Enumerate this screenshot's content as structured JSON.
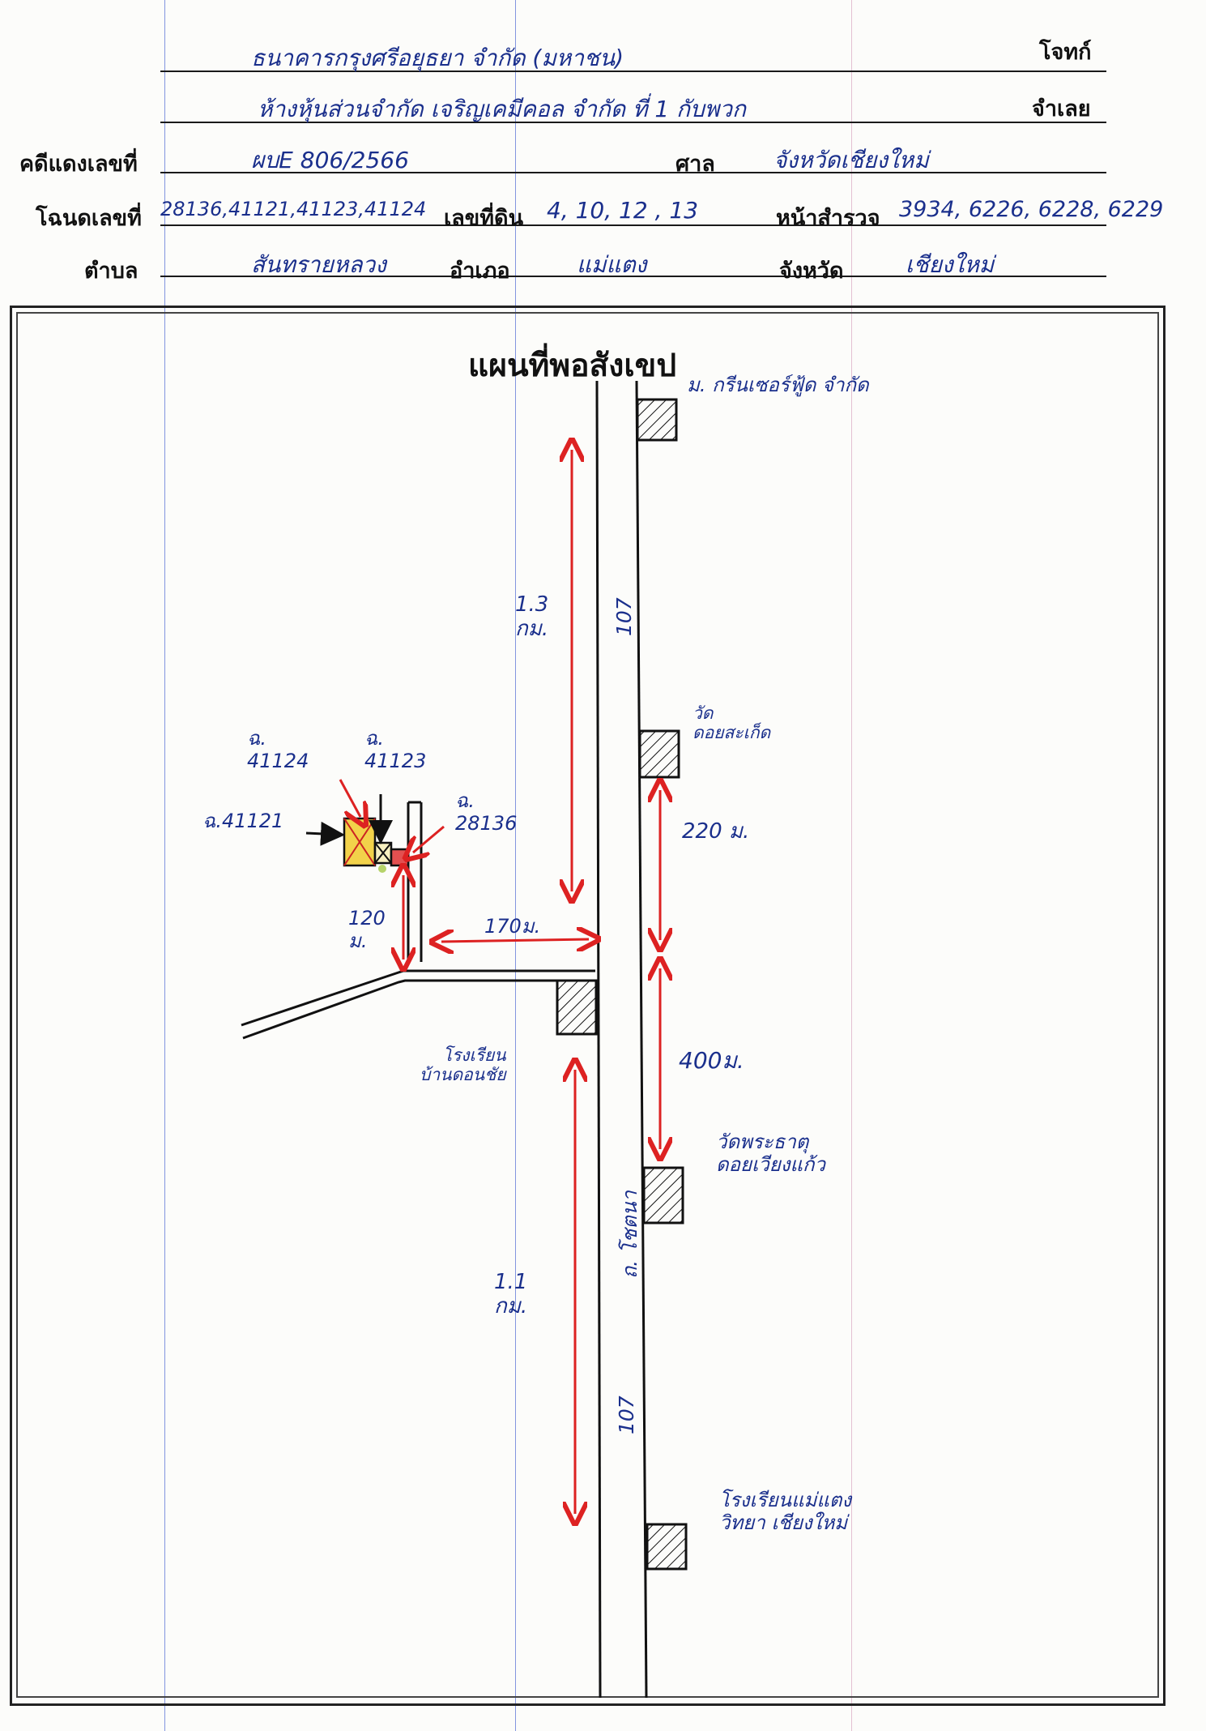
{
  "header": {
    "plaintiff_label": "โจทก์",
    "defendant_label": "จำเลย",
    "case_no_label": "คดีแดงเลขที่",
    "court_label": "ศาล",
    "deed_no_label": "โฉนดเลขที่",
    "land_no_label": "เลขที่ดิน",
    "survey_page_label": "หน้าสำรวจ",
    "subdistrict_label": "ตำบล",
    "district_label": "อำเภอ",
    "province_label": "จังหวัด",
    "plaintiff_value": "ธนาคารกรุงศรีอยุธยา จำกัด (มหาชน)",
    "defendant_value": "ห้างหุ้นส่วนจำกัด เจริญเคมีคอล จำกัด ที่ 1 กับพวก",
    "case_no_value": "ผบE 806/2566",
    "court_value": "จังหวัดเชียงใหม่",
    "deed_no_value": "28136,41121,41123,41124",
    "land_no_value": "4, 10, 12 , 13",
    "survey_page_value": "3934, 6226, 6228, 6229",
    "subdistrict_value": "สันทรายหลวง",
    "district_value": "แม่แตง",
    "province_value": "เชียงใหม่"
  },
  "map": {
    "title": "แผนที่พอสังเขป",
    "road_label_upper": "107",
    "road_label_lower": "107",
    "road_name": "ถ. โชตนา",
    "dist_upper": "1.3\nกม.",
    "dist_lower": "1.1\nกม.",
    "dist_side_road": "170ม.",
    "dist_lane": "120\nม.",
    "dist_temple_gap": "220 ม.",
    "dist_400": "400ม.",
    "lm_top": "ม. กรีนเซอร์ฟู้ด จำกัด",
    "lm_temple": "วัด\nดอยสะเก็ด",
    "lm_school": "โรงเรียน\nบ้านดอนชัย",
    "lm_temple2": "วัดพระธาตุ\nดอยเวียงแก้ว",
    "lm_bottom": "โรงเรียนแม่แตง\nวิทยา เชียงใหม่",
    "parcel_41124": "ฉ.\n41124",
    "parcel_41123": "ฉ.\n41123",
    "parcel_41121": "ฉ.41121",
    "parcel_28136": "ฉ.\n28136"
  }
}
